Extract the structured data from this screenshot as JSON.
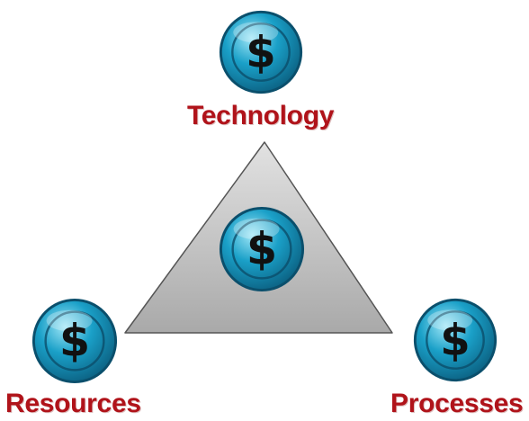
{
  "colors": {
    "label_text": "#b0131a",
    "coin_base": "#1aa0c8",
    "coin_dark": "#0b5f80",
    "triangle_fill": "#c9c9c9",
    "triangle_stroke": "#555555"
  },
  "icon": "dollar-coin-icon",
  "coin_symbol": "$",
  "nodes": {
    "top": {
      "label": "Technology"
    },
    "left": {
      "label": "Resources"
    },
    "right": {
      "label": "Processes"
    }
  }
}
